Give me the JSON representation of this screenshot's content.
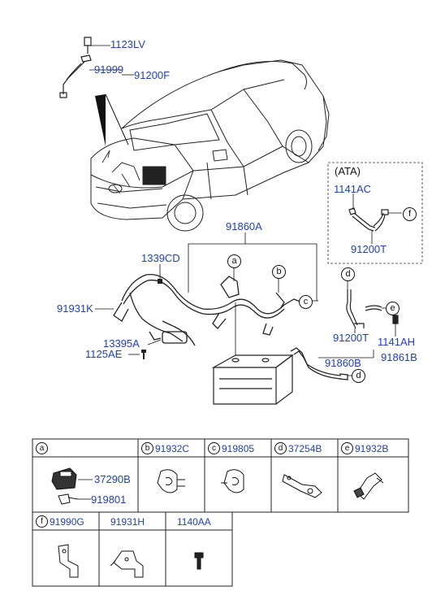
{
  "callouts": {
    "p1123LV": "1123LV",
    "p91999": "91999",
    "p91200F": "91200F",
    "p91860A": "91860A",
    "p1339CD": "1339CD",
    "p91931K": "91931K",
    "p13395A": "13395A",
    "p1125AE": "1125AE",
    "p91200T_top": "91200T",
    "p1141AC": "1141AC",
    "ata": "(ATA)",
    "p91200T_bot": "91200T",
    "p1141AH": "1141AH",
    "p91860B": "91860B",
    "p91861B": "91861B"
  },
  "markers": {
    "a": "a",
    "b": "b",
    "c": "c",
    "d": "d",
    "e": "e",
    "f": "f"
  },
  "table": {
    "row1": [
      {
        "marker": "a",
        "part": ""
      },
      {
        "marker": "b",
        "part": "91932C"
      },
      {
        "marker": "c",
        "part": "919805"
      },
      {
        "marker": "d",
        "part": "37254B"
      },
      {
        "marker": "e",
        "part": "91932B"
      }
    ],
    "a_parts": [
      "37290B",
      "919801"
    ],
    "row2": [
      {
        "marker": "f",
        "part": "91990G"
      },
      {
        "marker": "",
        "part": "91931H"
      },
      {
        "marker": "",
        "part": "1140AA"
      }
    ]
  },
  "colors": {
    "label": "#1f3fb5",
    "line": "#111111"
  }
}
